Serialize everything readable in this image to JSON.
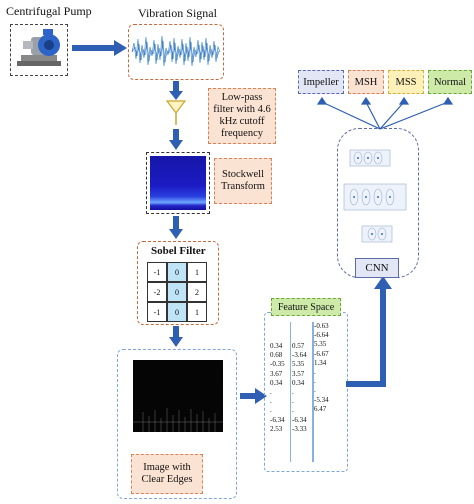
{
  "pump": {
    "title": "Centrifugal Pump"
  },
  "vibration": {
    "title": "Vibration Signal"
  },
  "filter": {
    "text": "Low-pass filter with 4.6 kHz cutoff frequency"
  },
  "stockwell": {
    "text": "Stockwell Transform"
  },
  "sobel": {
    "title": "Sobel Filter",
    "rows": [
      [
        "-1",
        "0",
        "1"
      ],
      [
        "-2",
        "0",
        "2"
      ],
      [
        "-1",
        "0",
        "1"
      ]
    ]
  },
  "image_edges": {
    "text": "Image with Clear Edges"
  },
  "feature_space": {
    "title": "Feature Space",
    "columns": [
      [
        "0.34",
        "0.68",
        "-0.35",
        "3.67",
        "0.34",
        ".",
        ".",
        ".",
        "-6.34",
        "2.53"
      ],
      [
        "0.57",
        "-3.64",
        "5.35",
        "3.57",
        "0.34",
        ".",
        ".",
        ".",
        "-6.34",
        "-3.33"
      ],
      [
        "-0.63",
        "-6.64",
        "5.35",
        "-6.67",
        "1.34",
        ".",
        ".",
        ".",
        "-5.34",
        "6.47"
      ]
    ]
  },
  "cnn": {
    "label": "CNN"
  },
  "classes": [
    {
      "label": "Impeller",
      "color": "#e3e6f5",
      "border": "#5b6aa8"
    },
    {
      "label": "MSH",
      "color": "#fbe3d3",
      "border": "#d9825a"
    },
    {
      "label": "MSS",
      "color": "#fdf0b8",
      "border": "#d4b13a"
    },
    {
      "label": "Normal",
      "color": "#cdeaa8",
      "border": "#6aa536"
    }
  ],
  "colors": {
    "arrow": "#2f5fb3",
    "accent": "#c46a3c"
  }
}
